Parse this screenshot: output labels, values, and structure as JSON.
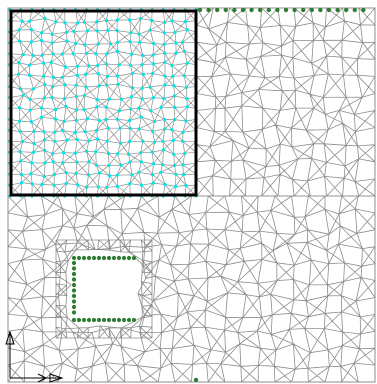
{
  "viewport": {
    "title": "",
    "background": "#ffffff"
  },
  "mesh": {
    "edge_color": "#8c8c8c",
    "region_fill": "#ffffff",
    "outer_boundary_color": "#8c8c8c",
    "density_coarse": "coarse",
    "density_fine": "fine"
  },
  "selected_block": {
    "highlight_color": "#00e5e5",
    "outline_color": "#000000",
    "state": "selected"
  },
  "boundary_markers": {
    "color": "#2e7d32",
    "sets": [
      "top-edge",
      "hole-edge",
      "bottom-point"
    ]
  },
  "hole": {
    "fill": "#ffffff"
  },
  "axis_triad": {
    "color": "#000000",
    "icon": "axis-triad-icon"
  }
}
